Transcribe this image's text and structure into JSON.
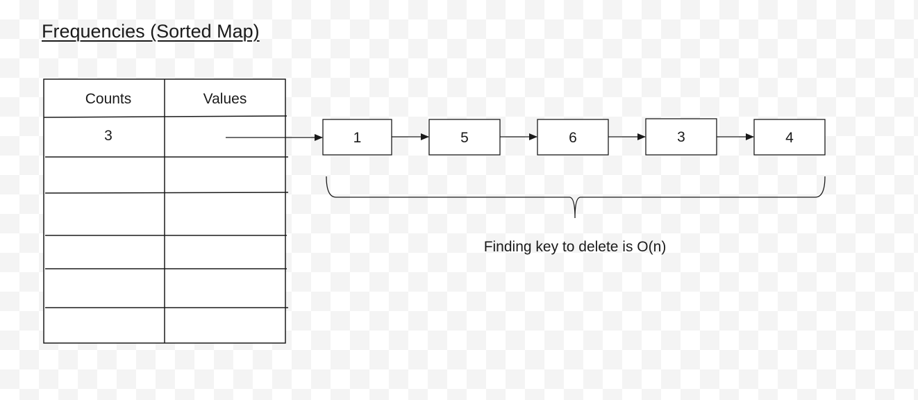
{
  "title": "Frequencies (Sorted Map)",
  "table": {
    "headers": [
      "Counts",
      "Values"
    ],
    "rows": [
      {
        "count": "3",
        "values": ""
      },
      {
        "count": "",
        "values": ""
      },
      {
        "count": "",
        "values": ""
      },
      {
        "count": "",
        "values": ""
      },
      {
        "count": "",
        "values": ""
      },
      {
        "count": "",
        "values": ""
      }
    ]
  },
  "linked_list": {
    "nodes": [
      "1",
      "5",
      "6",
      "3",
      "4"
    ]
  },
  "annotation": "Finding key to delete is O(n)",
  "colors": {
    "stroke": "#1a1a1a",
    "node_fill": "#ffffff"
  }
}
